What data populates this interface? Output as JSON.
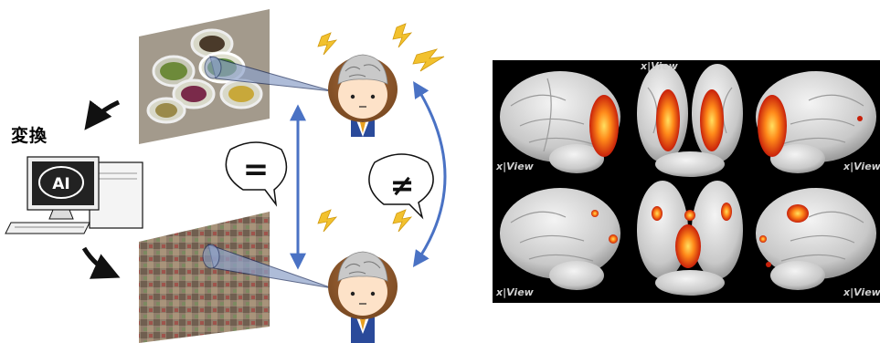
{
  "labels": {
    "convert": "変換",
    "ai_chip": "AI",
    "equal_sign": "=",
    "not_equal_sign": "≠"
  },
  "brain_panels": {
    "watermark": "x|View",
    "rows": [
      [
        {
          "view": "left-lateral",
          "activation": "occipital-lateral"
        },
        {
          "view": "posterior",
          "activation": "bilateral-occipital"
        },
        {
          "view": "right-lateral",
          "activation": "occipital-lateral"
        }
      ],
      [
        {
          "view": "left-lateral",
          "activation": "sparse"
        },
        {
          "view": "posterior",
          "activation": "central-occipital"
        },
        {
          "view": "right-lateral",
          "activation": "parietal-spot"
        }
      ]
    ]
  },
  "colors": {
    "arrow_blue": "#4a72c4",
    "lightning": "#f2c12e",
    "activation_core": "#ffcc33",
    "activation_edge": "#d9320f"
  },
  "icons": [
    "lightning-icon",
    "eye-sight-cone-icon",
    "computer-icon",
    "curved-arrow-icon"
  ]
}
